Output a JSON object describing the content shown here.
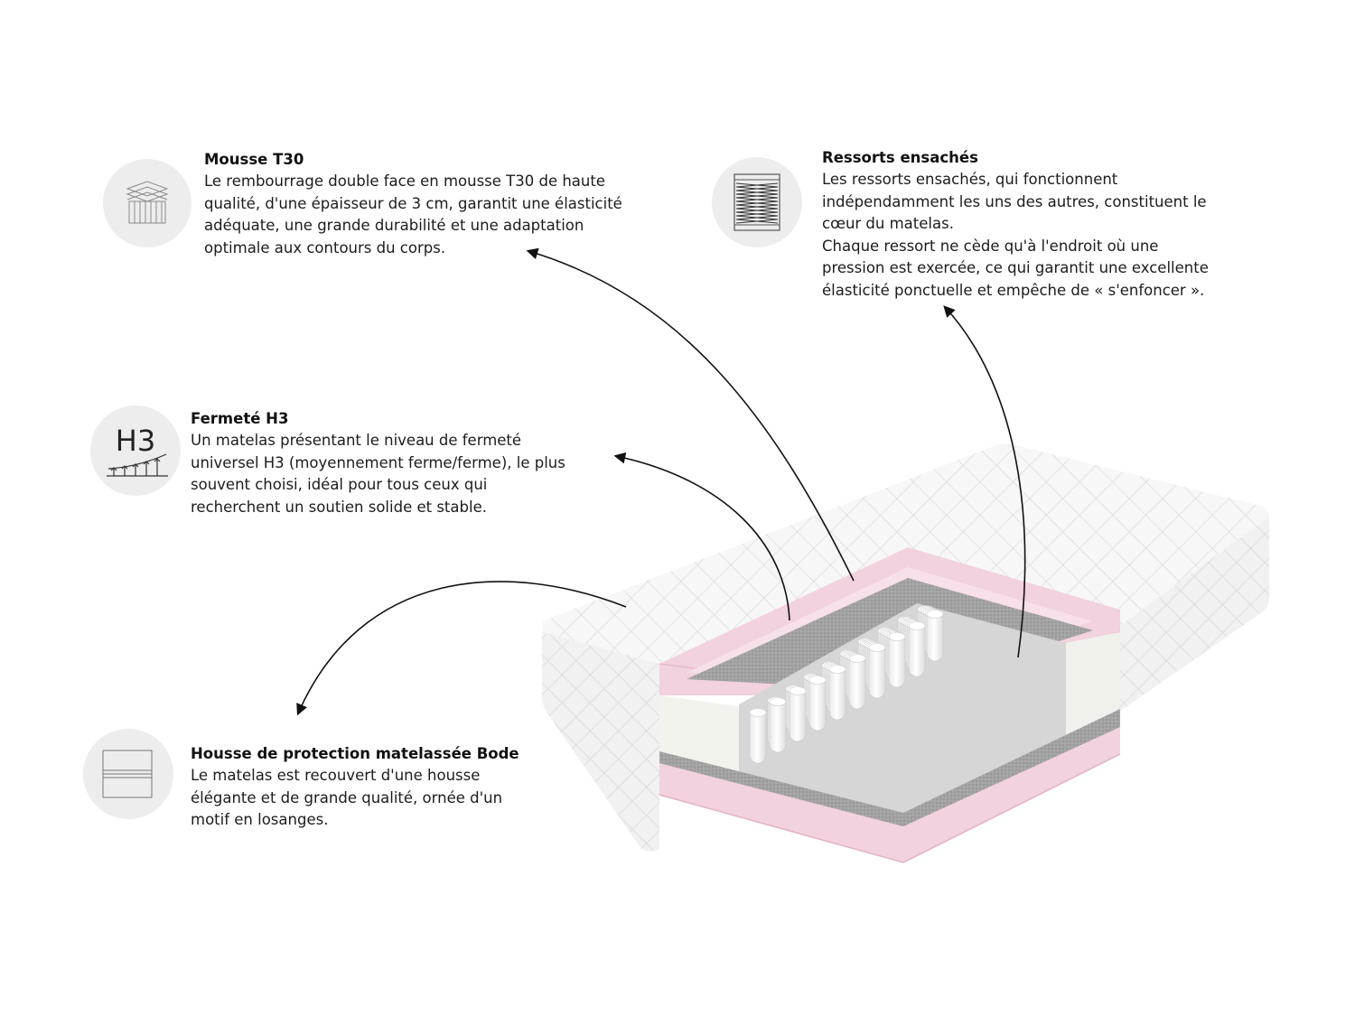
{
  "features": {
    "foam": {
      "title": "Mousse T30",
      "text": "Le rembourrage double face en mousse T30 de haute\nqualité, d'une épaisseur de 3 cm, garantit une élasticité\nadéquate, une grande durabilité et une adaptation\noptimale aux contours du corps.",
      "icon": "foam-layers-icon"
    },
    "springs": {
      "title": "Ressorts ensachés",
      "text": "Les ressorts ensachés, qui fonctionnent\nindépendamment les uns des autres, constituent le\ncœur du matelas.\nChaque ressort ne cède qu'à l'endroit où une\npression est exercée, ce qui garantit une excellente\nélasticité ponctuelle et empêche de « s'enfoncer ».",
      "icon": "pocket-springs-icon"
    },
    "firmness": {
      "title": "Fermeté H3",
      "text": "Un matelas présentant le niveau de fermeté\nuniversel H3 (moyennement ferme/ferme), le plus\nsouvent choisi, idéal pour tous ceux qui\nrecherchent un soutien solide et stable.",
      "icon_label": "H3",
      "icon": "firmness-h3-icon"
    },
    "cover": {
      "title": "Housse de protection matelassée Bode",
      "text": "Le matelas est recouvert d'une housse\nélégante et de grande qualité, ornée d'un\nmotif en losanges.",
      "icon": "quilted-cover-icon"
    }
  },
  "colors": {
    "cover": "#f6f6f6",
    "quilt_line": "#dcdcdc",
    "foam_pink": "#f3d3df",
    "felt_gray": "#9c9c9c",
    "spring_white": "#ffffff",
    "icon_bg": "#ededed",
    "arrow": "#111111"
  }
}
